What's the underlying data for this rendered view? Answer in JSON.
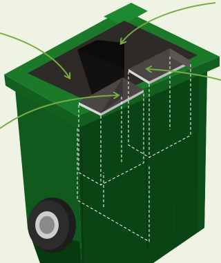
{
  "diagram": {
    "subject": "wheeled-bin-with-compartments",
    "colors": {
      "background": "#eef3e4",
      "bin_body": "#0f5a1c",
      "bin_body_dark": "#0a4314",
      "bin_body_shadow": "#083a10",
      "bin_lid": "#1a7a2a",
      "bin_lid_edge": "#125f1f",
      "opening": "#2e2a27",
      "opening_dark": "#111111",
      "insert_light": "#4a4643",
      "insert_rim": "#d9d9d9",
      "dashed_outline": "#ffffff",
      "arrow": "#7aab45",
      "wheel_outer": "#2c2c2c",
      "wheel_hub": "#cfcfcf",
      "wheel_center": "#8a8a8a"
    },
    "callouts": [
      {
        "id": "top-left-arrow",
        "target": "main-compartment"
      },
      {
        "id": "top-right-arrow",
        "target": "rear-opening"
      },
      {
        "id": "right-arrow",
        "target": "right-insert"
      },
      {
        "id": "left-arrow",
        "target": "front-insert"
      }
    ]
  }
}
